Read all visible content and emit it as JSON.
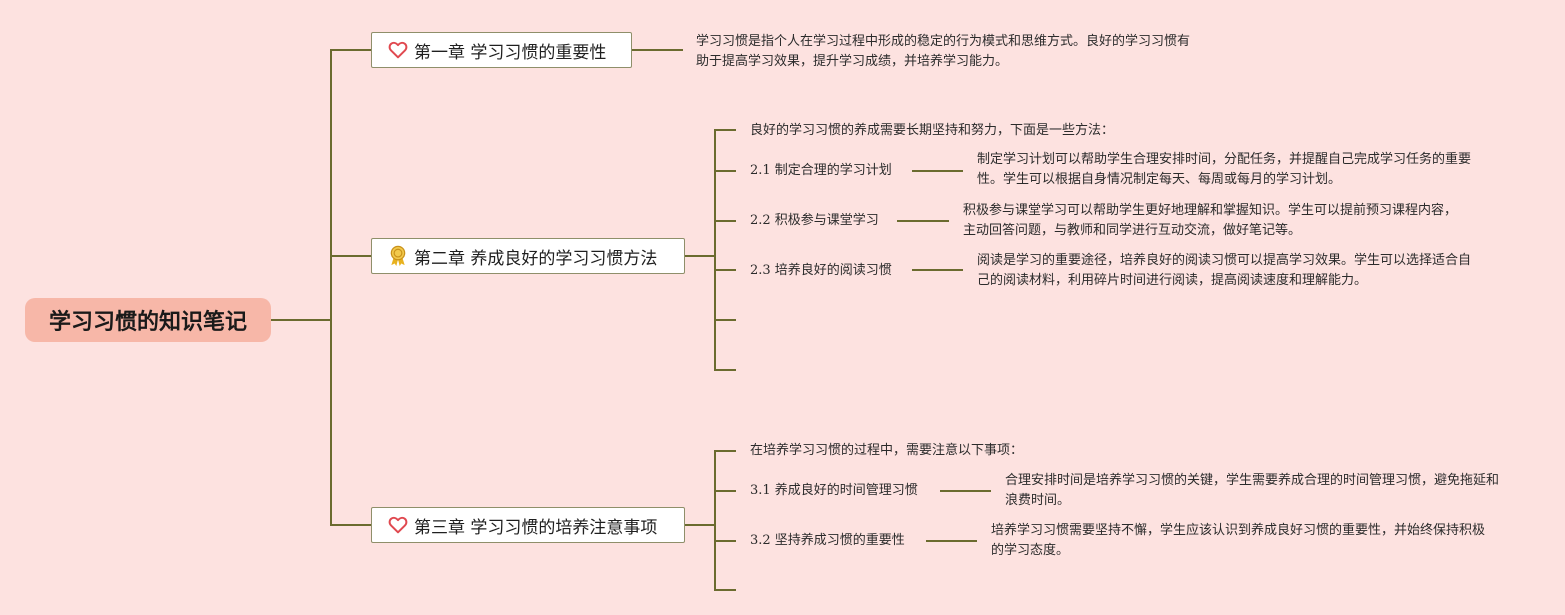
{
  "root": {
    "title": "学习习惯的知识笔记"
  },
  "chapters": [
    {
      "title": "第一章 学习习惯的重要性",
      "icon": "heart-icon",
      "description": "学习习惯是指个人在学习过程中形成的稳定的行为模式和思维方式。良好的学习习惯有助于提高学习效果，提升学习成绩，并培养学习能力。"
    },
    {
      "title": "第二章 养成良好的学习习惯方法",
      "icon": "award-ribbon-icon",
      "intro": "良好的学习习惯的养成需要长期坚持和努力，下面是一些方法：",
      "items": [
        {
          "label": "2.1 制定合理的学习计划",
          "description": "制定学习计划可以帮助学生合理安排时间，分配任务，并提醒自己完成学习任务的重要性。学生可以根据自身情况制定每天、每周或每月的学习计划。"
        },
        {
          "label": "2.2 积极参与课堂学习",
          "description": "积极参与课堂学习可以帮助学生更好地理解和掌握知识。学生可以提前预习课程内容，主动回答问题，与教师和同学进行互动交流，做好笔记等。"
        },
        {
          "label": "2.3 培养良好的阅读习惯",
          "description": "阅读是学习的重要途径，培养良好的阅读习惯可以提高学习效果。学生可以选择适合自己的阅读材料，利用碎片时间进行阅读，提高阅读速度和理解能力。"
        }
      ]
    },
    {
      "title": "第三章 学习习惯的培养注意事项",
      "icon": "heart-icon",
      "intro": "在培养学习习惯的过程中，需要注意以下事项：",
      "items": [
        {
          "label": "3.1 养成良好的时间管理习惯",
          "description": "合理安排时间是培养学习习惯的关键，学生需要养成合理的时间管理习惯，避免拖延和浪费时间。"
        },
        {
          "label": "3.2 坚持养成习惯的重要性",
          "description": "培养学习习惯需要坚持不懈，学生应该认识到养成良好习惯的重要性，并始终保持积极的学习态度。"
        }
      ]
    }
  ],
  "colors": {
    "background": "#fde2e0",
    "root_fill": "#f7b7a8",
    "connector": "#6b6b2f",
    "heart": "#e0484f",
    "award": "#e8b21e"
  }
}
